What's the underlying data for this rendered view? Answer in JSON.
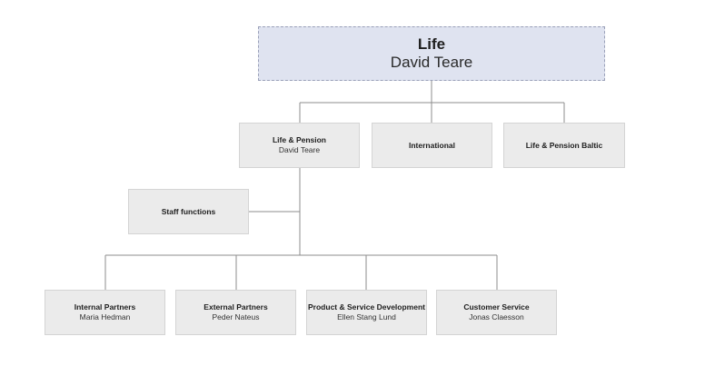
{
  "org_chart": {
    "root": {
      "title": "Life",
      "person": "David Teare"
    },
    "level1": [
      {
        "title": "Life & Pension",
        "person": "David Teare"
      },
      {
        "title": "International",
        "person": ""
      },
      {
        "title": "Life & Pension Baltic",
        "person": ""
      }
    ],
    "staff": {
      "title": "Staff functions",
      "person": ""
    },
    "level2": [
      {
        "title": "Internal Partners",
        "person": "Maria Hedman"
      },
      {
        "title": "External Partners",
        "person": "Peder Nateus"
      },
      {
        "title": "Product & Service Development",
        "person": "Ellen Stang Lund"
      },
      {
        "title": "Customer Service",
        "person": "Jonas Claesson"
      }
    ]
  },
  "colors": {
    "box_fill": "#ebebeb",
    "root_fill": "#dfe3f0",
    "line": "#8c8c8c"
  }
}
